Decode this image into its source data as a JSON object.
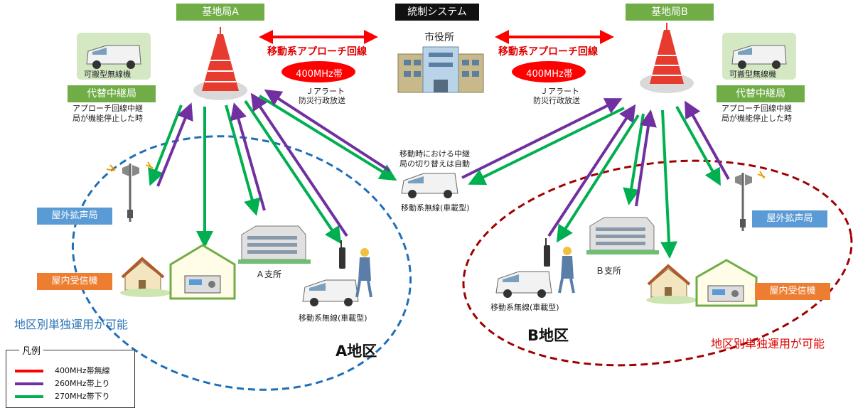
{
  "system_title": "統制システム",
  "city_hall": "市役所",
  "base_a": "基地局A",
  "base_b": "基地局B",
  "mobile_approach_left": "移動系アプローチ回線",
  "mobile_approach_right": "移動系アプローチ回線",
  "band_left": "400MHz帯",
  "band_right": "400MHz帯",
  "jalert_left": "Ｊアラート",
  "disaster_left": "防災行政放送",
  "jalert_right": "Ｊアラート",
  "disaster_right": "防災行政放送",
  "portable_radio_left": "可搬型無線機",
  "portable_radio_right": "可搬型無線機",
  "relay_left": "代替中継局",
  "relay_right": "代替中継局",
  "relay_note_left_1": "アプローチ回線中継",
  "relay_note_left_2": "局が機能停止した時",
  "relay_note_right_1": "アプローチ回線中継",
  "relay_note_right_2": "局が機能停止した時",
  "switch_note_1": "移動時における中継",
  "switch_note_2": "局の切り替えは自動",
  "mobile_center": "移動系無線(車載型)",
  "outdoor_left": "屋外拡声局",
  "outdoor_right": "屋外拡声局",
  "indoor_left": "屋内受信機",
  "indoor_right": "屋内受信機",
  "branch_a": "Ａ支所",
  "branch_b": "Ｂ支所",
  "mobile_a": "移動系無線(車載型)",
  "mobile_b": "移動系無線(車載型)",
  "district_a": "A地区",
  "district_b": "B地区",
  "independent_left": "地区別単独運用が可能",
  "independent_right": "地区別単独運用が可能",
  "legend": {
    "title": "凡例",
    "items": [
      {
        "label": "400MHz帯無線",
        "color": "#ff0000"
      },
      {
        "label": "260MHz帯上り",
        "color": "#7030a0"
      },
      {
        "label": "270MHz帯下り",
        "color": "#00b050"
      }
    ]
  },
  "colors": {
    "red": "#ff0000",
    "purple": "#7030a0",
    "green": "#00b050",
    "blue_dash": "#1f6fb8",
    "red_dash": "#a00000"
  }
}
